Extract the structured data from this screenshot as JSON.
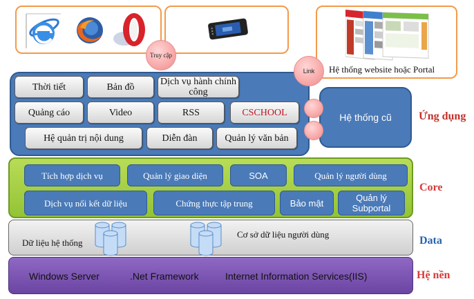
{
  "access": {
    "browsers": [
      "internet-explorer",
      "firefox",
      "opera"
    ],
    "device": "mobile-device",
    "access_label": "Truy cập",
    "link_label": "Link",
    "portal_label": "Hệ thống website hoặc Portal"
  },
  "application": {
    "layer_label": "Ứng dụng",
    "rows": [
      [
        "Thời tiết",
        "Bản đồ",
        "Dịch vụ hành chính công"
      ],
      [
        "Quảng cáo",
        "Video",
        "RSS",
        "CSCHOOL"
      ],
      [
        "Hệ quản trị nội dung",
        "Diễn đàn",
        "Quản lý văn bản"
      ]
    ],
    "highlight_color": "#c0151f",
    "old_system": "Hệ thống cũ"
  },
  "core": {
    "layer_label": "Core",
    "rows": [
      [
        "Tích hợp dịch vụ",
        "Quản lý giao diện",
        "SOA",
        "Quản lý người dùng"
      ],
      [
        "Dịch vụ nối kết dữ liệu",
        "Chứng thực tập trung",
        "Bảo mật",
        "Quản lý Subportal"
      ]
    ]
  },
  "data": {
    "layer_label": "Data",
    "system_db": "Dữ liệu hệ thống",
    "user_db": "Cơ sở dữ liệu người dùng"
  },
  "platform": {
    "layer_label": "Hệ nền",
    "items": [
      "Windows Server",
      ".Net Framework",
      "Internet Information Services(IIS)"
    ]
  },
  "colors": {
    "access_border": "#f39a4a",
    "app_panel": "#4a7ab8",
    "core_panel": "#a6d046",
    "data_panel": "#e0e0e0",
    "platform_panel": "#7d57b3",
    "link_circle": "#f8a9a9"
  }
}
